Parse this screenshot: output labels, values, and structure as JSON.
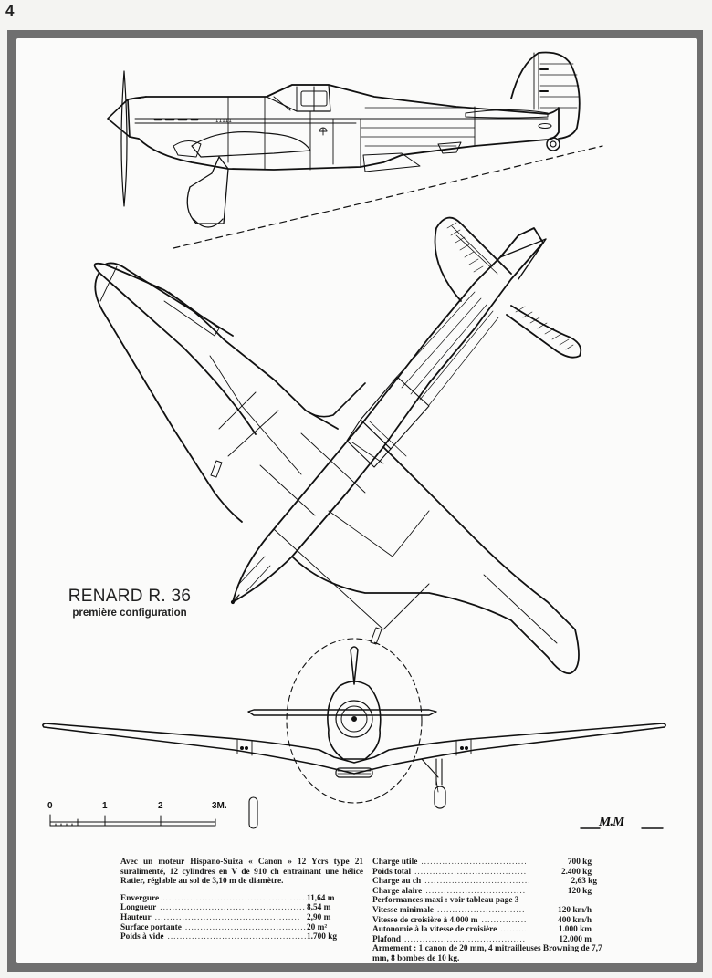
{
  "page": {
    "number": "4"
  },
  "title": {
    "main": "RENARD R. 36",
    "subtitle": "première configuration"
  },
  "views": [
    {
      "name": "side-view",
      "description": "Profile elevation, left side, with ground line dashed"
    },
    {
      "name": "plan-view",
      "description": "Planform view from above, rotated diagonally"
    },
    {
      "name": "front-view",
      "description": "Frontal elevation with dashed propeller disc"
    }
  ],
  "scale_bar": {
    "labels": [
      "0",
      "1",
      "2",
      "3M."
    ]
  },
  "signature": "M.M",
  "specs": {
    "intro": "Avec un moteur Hispano-Suiza « Canon » 12 Ycrs type 21 suralimenté, 12 cylindres en V de 910 ch entrainant une hélice Ratier, réglable au sol de 3,10 m de diamètre.",
    "left": [
      {
        "label": "Envergure",
        "value": "11,64 m"
      },
      {
        "label": "Longueur",
        "value": "8,54 m"
      },
      {
        "label": "Hauteur",
        "value": "2,90 m"
      },
      {
        "label": "Surface portante",
        "value": "20 m²"
      },
      {
        "label": "Poids à vide",
        "value": "1.700 kg"
      }
    ],
    "right": [
      {
        "label": "Charge utile",
        "value": "700 kg"
      },
      {
        "label": "Poids total",
        "value": "2.400 kg"
      },
      {
        "label": "Charge au ch",
        "value": "2,63 kg"
      },
      {
        "label": "Charge alaire",
        "value": "120 kg"
      }
    ],
    "performances_note": "Performances maxi : voir tableau page 3",
    "right2": [
      {
        "label": "Vitesse minimale",
        "value": "120 km/h"
      },
      {
        "label": "Vitesse de croisière à 4.000 m",
        "value": "400 km/h"
      },
      {
        "label": "Autonomie à la vitesse de croisière",
        "value": "1.000 km"
      },
      {
        "label": "Plafond",
        "value": "12.000 m"
      }
    ],
    "armament": "Armement : 1 canon de 20 mm, 4 mitrailleuses Browning de 7,7 mm, 8 bombes de 10 kg."
  }
}
